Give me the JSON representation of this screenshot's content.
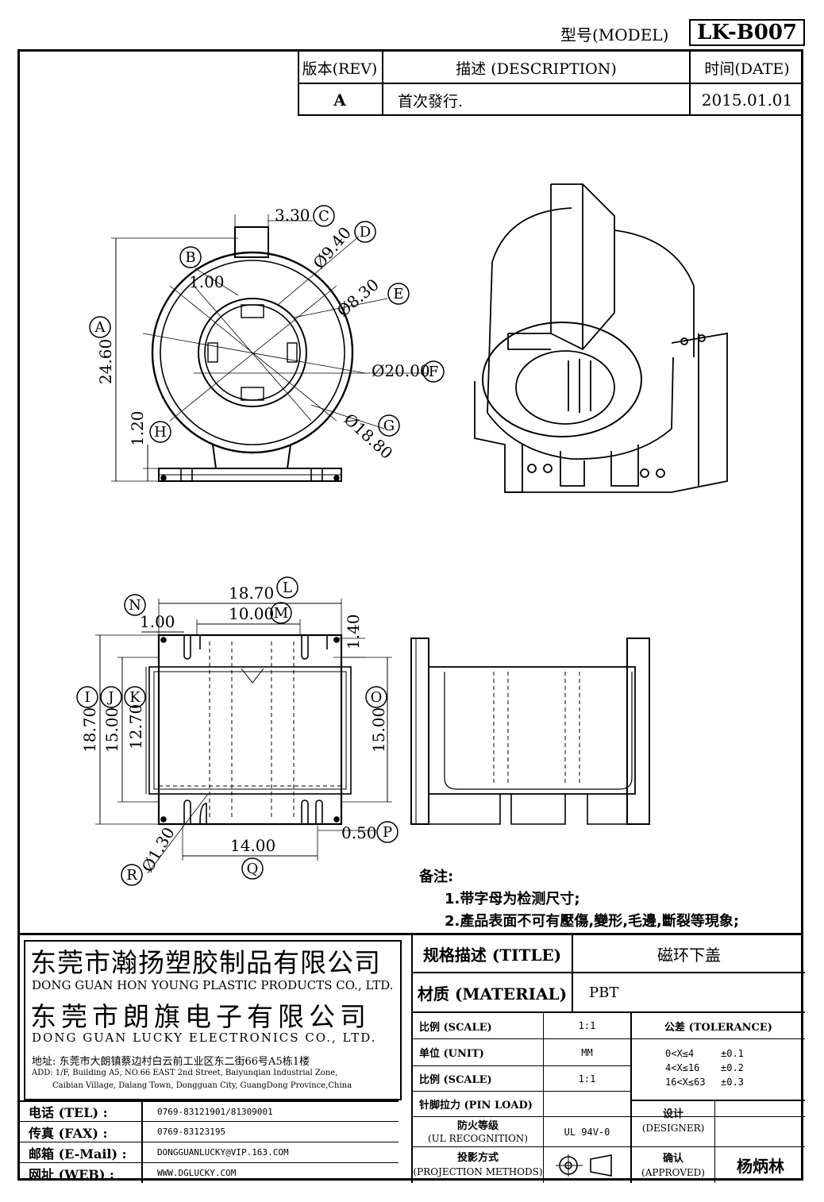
{
  "header": {
    "model_label": "型号(MODEL)",
    "model_value": "LK-B007"
  },
  "revision_table": {
    "headers": [
      "版本(REV)",
      "描述 (DESCRIPTION)",
      "时间(DATE)"
    ],
    "rows": [
      {
        "rev": "A",
        "description": "首次發行.",
        "date": "2015.01.01"
      }
    ]
  },
  "dimensions": {
    "A": "24.60",
    "B": "1.00",
    "C": "3.30",
    "D": "Ø9.40",
    "E": "Ø8.30",
    "F": "Ø20.00",
    "G": "Ø18.80",
    "H": "1.20",
    "L": "18.70",
    "M": "10.00",
    "N": "1.00",
    "N2": "1.40",
    "I": "18.70",
    "J": "15.00",
    "K": "12.70",
    "O": "15.00",
    "P": "0.50",
    "Q": "14.00",
    "R": "Ø1.30"
  },
  "notes": {
    "title": "备注:",
    "items": [
      "1.带字母为检测尺寸;",
      "2.產品表面不可有壓傷,變形,毛邊,斷裂等現象;"
    ]
  },
  "company": {
    "name_cn_1": "东莞市瀚扬塑胶制品有限公司",
    "name_en_1": "DONG GUAN HON YOUNG PLASTIC PRODUCTS CO., LTD.",
    "name_cn_2": "东莞市朗旗电子有限公司",
    "name_en_2": "DONG GUAN LUCKY ELECTRONICS CO., LTD.",
    "address_cn": "地址: 东莞市大朗镇蔡边村白云前工业区东二街66号A5栋1楼",
    "address_en_1": "ADD: 1/F, Building A5, NO.66 EAST 2nd Street, Baiyunqian Industrial Zone,",
    "address_en_2": "Caibian Village, Dalang Town, Dongguan City, GuangDong Province,China",
    "contacts": [
      {
        "label": "电话 (TEL) :",
        "value": "0769-83121901/81309001"
      },
      {
        "label": "传真 (FAX) :",
        "value": "0769-83123195"
      },
      {
        "label": "邮箱 (E-Mail) :",
        "value": "DONGGUANLUCKY@VIP.163.COM"
      },
      {
        "label": "网址 (WEB) :",
        "value": "WWW.DGLUCKY.COM"
      }
    ]
  },
  "spec": {
    "title_label": "规格描述 (TITLE)",
    "title_value": "磁环下盖",
    "material_label": "材质 (MATERIAL)",
    "material_value": "PBT",
    "scale_label": "比例 (SCALE)",
    "scale_value": "1:1",
    "unit_label": "单位 (UNIT)",
    "unit_value": "MM",
    "scale2_label": "比例 (SCALE)",
    "scale2_value": "1:1",
    "pin_load_label": "针脚拉力 (PIN LOAD)",
    "pin_load_value": "",
    "ul_label_1": "防火等级",
    "ul_label_2": "(UL RECOGNITION)",
    "ul_value": "UL 94V-0",
    "projection_label_1": "投影方式",
    "projection_label_2": "(PROJECTION METHODS)",
    "tolerance_label": "公差 (TOLERANCE)",
    "tolerance_rows": [
      {
        "range": "0<X≤4",
        "value": "±0.1"
      },
      {
        "range": "4<X≤16",
        "value": "±0.2"
      },
      {
        "range": "16<X≤63",
        "value": "±0.3"
      }
    ],
    "designer_label_1": "设计",
    "designer_label_2": "(DESIGNER)",
    "designer_value": "",
    "approved_label_1": "确认",
    "approved_label_2": "(APPROVED)",
    "approved_value": "杨炳林"
  }
}
